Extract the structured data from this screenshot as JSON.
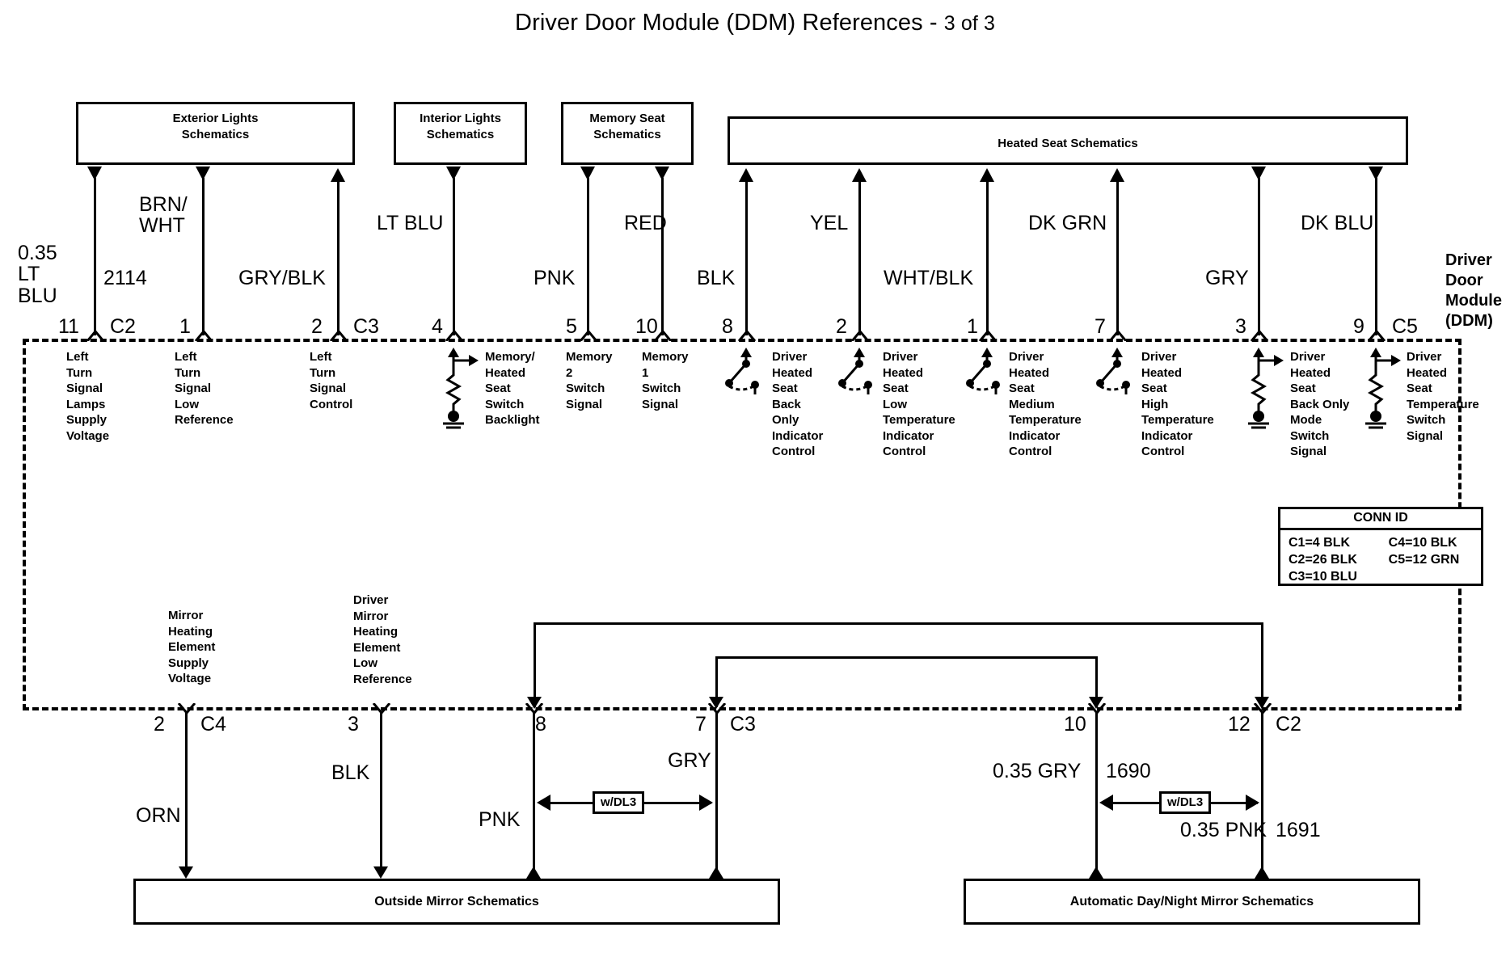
{
  "title": {
    "main": "Driver Door Module (DDM) References - ",
    "part": "3 of 3"
  },
  "reference_boxes": [
    {
      "name": "exterior-lights",
      "label": "Exterior Lights\nSchematics"
    },
    {
      "name": "interior-lights",
      "label": "Interior Lights\nSchematics"
    },
    {
      "name": "memory-seat",
      "label": "Memory Seat\nSchematics"
    },
    {
      "name": "heated-seat",
      "label": "Heated Seat Schematics"
    }
  ],
  "module": {
    "name_lines": "Driver\nDoor\nModule\n(DDM)"
  },
  "top_circuits": [
    {
      "pin": "11",
      "conn": "C2",
      "color": "0.35\nLT BLU",
      "circuit": "2114",
      "dir": "down",
      "desc": "Left\nTurn\nSignal\nLamps\nSupply\nVoltage",
      "symbol": "none"
    },
    {
      "pin": "1",
      "conn": "",
      "color": "BRN/\nWHT",
      "circuit": "",
      "dir": "down",
      "desc": "Left\nTurn\nSignal\nLow\nReference",
      "symbol": "none"
    },
    {
      "pin": "2",
      "conn": "C3",
      "color": "GRY/BLK",
      "circuit": "",
      "dir": "up",
      "desc": "Left\nTurn\nSignal\nControl",
      "symbol": "none"
    },
    {
      "pin": "4",
      "conn": "",
      "color": "LT BLU",
      "circuit": "",
      "dir": "down",
      "desc": "Memory/\nHeated\nSeat\nSwitch\nBacklight",
      "symbol": "resistor-ground"
    },
    {
      "pin": "5",
      "conn": "",
      "color": "PNK",
      "circuit": "",
      "dir": "down",
      "desc": "Memory\n2\nSwitch\nSignal",
      "symbol": "none"
    },
    {
      "pin": "10",
      "conn": "",
      "color": "RED",
      "circuit": "",
      "dir": "down",
      "desc": "Memory\n1\nSwitch\nSignal",
      "symbol": "none"
    },
    {
      "pin": "8",
      "conn": "",
      "color": "BLK",
      "circuit": "",
      "dir": "up",
      "desc": "Driver\nHeated\nSeat\nBack\nOnly\nIndicator\nControl",
      "symbol": "switch"
    },
    {
      "pin": "2",
      "conn": "",
      "color": "YEL",
      "circuit": "",
      "dir": "up",
      "desc": "Driver\nHeated\nSeat\nLow\nTemperature\nIndicator\nControl",
      "symbol": "switch"
    },
    {
      "pin": "1",
      "conn": "",
      "color": "WHT/BLK",
      "circuit": "",
      "dir": "up",
      "desc": "Driver\nHeated\nSeat\nMedium\nTemperature\nIndicator\nControl",
      "symbol": "switch"
    },
    {
      "pin": "7",
      "conn": "",
      "color": "DK GRN",
      "circuit": "",
      "dir": "up",
      "desc": "Driver\nHeated\nSeat\nHigh\nTemperature\nIndicator\nControl",
      "symbol": "switch"
    },
    {
      "pin": "3",
      "conn": "",
      "color": "GRY",
      "circuit": "",
      "dir": "down",
      "desc": "Driver\nHeated\nSeat\nBack Only\nMode\nSwitch\nSignal",
      "symbol": "resistor-ground"
    },
    {
      "pin": "9",
      "conn": "C5",
      "color": "DK BLU",
      "circuit": "",
      "dir": "down",
      "desc": "Driver\nHeated\nSeat\nTemperature\nSwitch\nSignal",
      "symbol": "resistor-ground"
    }
  ],
  "bottom_circuits": [
    {
      "pin": "2",
      "conn": "C4",
      "color": "ORN",
      "circuit": "",
      "desc": "Mirror\nHeating\nElement\nSupply\nVoltage"
    },
    {
      "pin": "3",
      "conn": "",
      "color": "BLK",
      "circuit": "",
      "desc": "Driver\nMirror\nHeating\nElement\nLow\nReference"
    },
    {
      "pin": "8",
      "conn": "",
      "color": "PNK",
      "circuit": "",
      "desc": ""
    },
    {
      "pin": "7",
      "conn": "C3",
      "color": "GRY",
      "circuit": "",
      "desc": ""
    },
    {
      "pin": "10",
      "conn": "",
      "color": "0.35 GRY",
      "circuit": "1690",
      "desc": ""
    },
    {
      "pin": "12",
      "conn": "C2",
      "color": "0.35 PNK",
      "circuit": "1691",
      "desc": ""
    }
  ],
  "option_labels": {
    "left": "w/DL3",
    "right": "w/DL3"
  },
  "conn_id": {
    "header": "CONN ID",
    "left_col": [
      "C1=4 BLK",
      "C2=26 BLK",
      "C3=10 BLU"
    ],
    "right_col": [
      "C4=10 BLK",
      "C5=12 GRN"
    ]
  },
  "bottom_boxes": [
    {
      "name": "outside-mirror",
      "label": "Outside Mirror Schematics"
    },
    {
      "name": "automatic-day-night-mirror",
      "label": "Automatic Day/Night Mirror Schematics"
    }
  ],
  "colors": {
    "ink": "#000000",
    "paper": "#ffffff"
  }
}
